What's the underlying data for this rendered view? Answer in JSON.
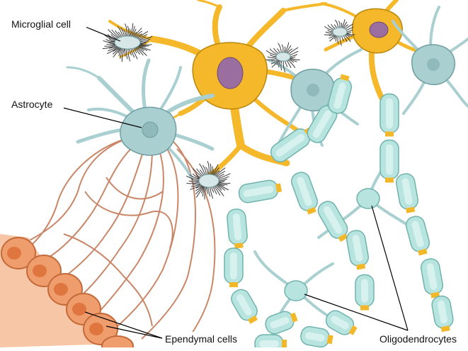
{
  "labels": {
    "microglial": "Microglial cell",
    "astrocyte": "Astrocyte",
    "ependymal": "Ependymal cells",
    "oligodendrocytes": "Oligodendrocytes"
  },
  "colors": {
    "neuron_fill": "#f5b82a",
    "neuron_stroke": "#b8860b",
    "nucleus": "#9a6fa0",
    "glia_fill": "#a9cfd0",
    "glia_stroke": "#6f9ea1",
    "myelin_fill": "#b8e4e0",
    "myelin_stroke": "#6fb3ad",
    "myelin_core": "#d6f1ee",
    "node": "#f2b829",
    "ependymal_fill": "#ef9d6c",
    "ependymal_stroke": "#c46a3a",
    "ependymal_nucleus": "#e0763f",
    "astro_process": "#c98768",
    "microglia": "#3a3a3a",
    "leader": "#000000"
  }
}
